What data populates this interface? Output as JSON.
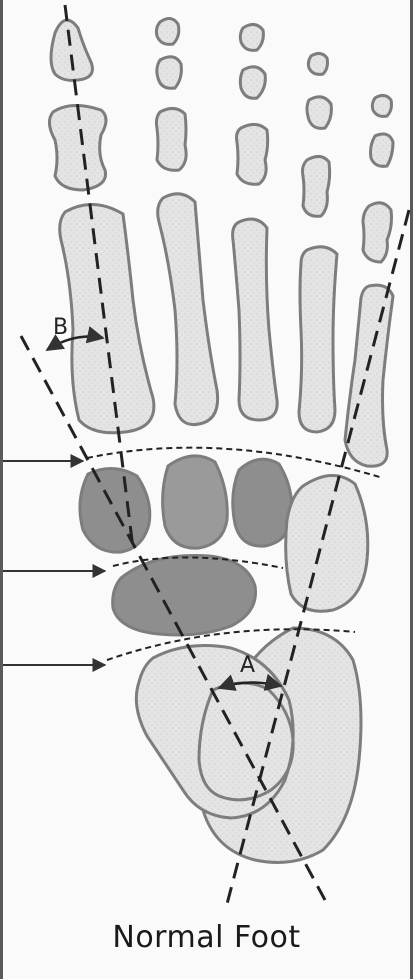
{
  "caption": "Normal Foot",
  "labels": {
    "angle_a": "A",
    "angle_b": "B"
  },
  "colors": {
    "bone_fill": "#e3e3e3",
    "bone_stroke": "#7d7d7d",
    "sesamoid_fill": "#8e8e8e",
    "guide_line": "#222222"
  }
}
